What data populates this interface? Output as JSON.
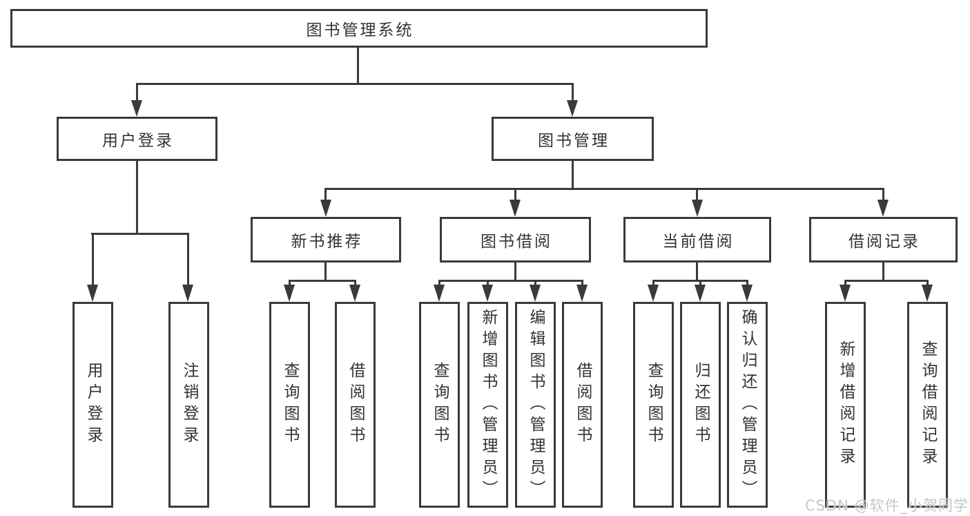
{
  "diagram": {
    "type": "hierarchy-tree",
    "line_color": "#3a3a3a",
    "background": "#ffffff",
    "nodes": {
      "root": "图书管理系统",
      "userLoginGroup": "用户登录",
      "bookMgmt": "图书管理",
      "newBookRec": "新书推荐",
      "bookBorrow": "图书借阅",
      "currentBorrow": "当前借阅",
      "borrowRecords": "借阅记录",
      "userLogin": "用户登录",
      "logout": "注销登录",
      "nbQuery": "查询图书",
      "nbBorrow": "借阅图书",
      "bbQuery": "查询图书",
      "bbAdd": "新增图书（管理员）",
      "bbEdit": "编辑图书（管理员）",
      "bbBorrow": "借阅图书",
      "cbQuery": "查询图书",
      "cbReturn": "归还图书",
      "cbConfirm": "确认归还（管理员）",
      "brAdd": "新增借阅记录",
      "brQuery": "查询借阅记录"
    },
    "edges": [
      [
        "root",
        "userLoginGroup"
      ],
      [
        "root",
        "bookMgmt"
      ],
      [
        "userLoginGroup",
        "userLogin"
      ],
      [
        "userLoginGroup",
        "logout"
      ],
      [
        "bookMgmt",
        "newBookRec"
      ],
      [
        "bookMgmt",
        "bookBorrow"
      ],
      [
        "bookMgmt",
        "currentBorrow"
      ],
      [
        "bookMgmt",
        "borrowRecords"
      ],
      [
        "newBookRec",
        "nbQuery"
      ],
      [
        "newBookRec",
        "nbBorrow"
      ],
      [
        "bookBorrow",
        "bbQuery"
      ],
      [
        "bookBorrow",
        "bbAdd"
      ],
      [
        "bookBorrow",
        "bbEdit"
      ],
      [
        "bookBorrow",
        "bbBorrow"
      ],
      [
        "currentBorrow",
        "cbQuery"
      ],
      [
        "currentBorrow",
        "cbReturn"
      ],
      [
        "currentBorrow",
        "cbConfirm"
      ],
      [
        "borrowRecords",
        "brAdd"
      ],
      [
        "borrowRecords",
        "brQuery"
      ]
    ]
  },
  "watermark": "CSDN @软件_小贺同学"
}
